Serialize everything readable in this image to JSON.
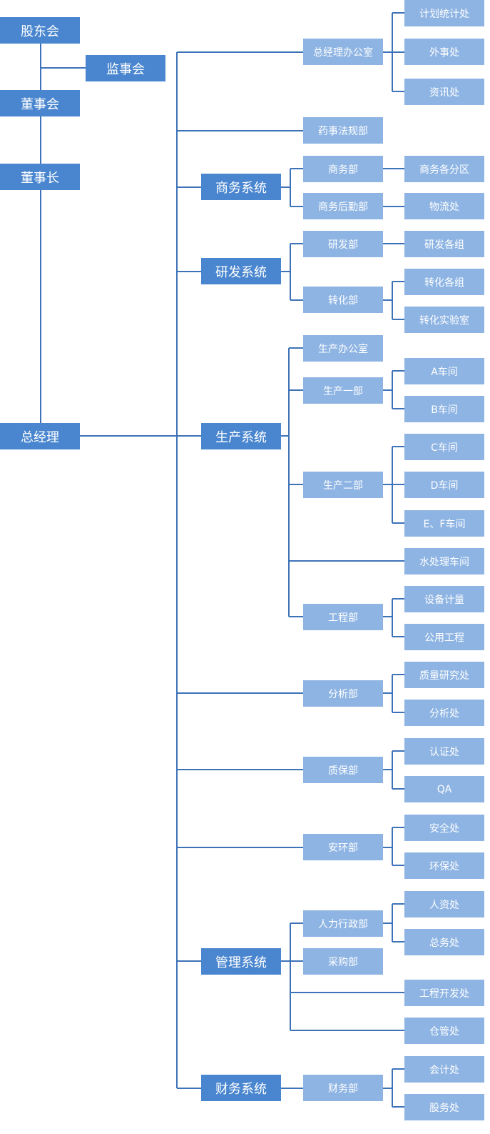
{
  "colors": {
    "primary_node": "#4a86cf",
    "secondary_node": "#8eb4e3",
    "line": "#3d72b8",
    "background": "#ffffff"
  },
  "nodes": {
    "gudonghui": "股东会",
    "jianshihui": "监事会",
    "dongshihui": "董事会",
    "dongshizhang": "董事长",
    "zongjingli": "总经理",
    "zjl_office": "总经理办公室",
    "jihua": "计划统计处",
    "waishi": "外事处",
    "zixun": "资讯处",
    "yaoshi": "药事法规部",
    "shangwu_sys": "商务系统",
    "shangwubu": "商务部",
    "shangwu_fenqu": "商务各分区",
    "shangwu_houqin": "商务后勤部",
    "wuliu": "物流处",
    "yanfa_sys": "研发系统",
    "yanfabu": "研发部",
    "yanfa_gezu": "研发各组",
    "zhuanhuabu": "转化部",
    "zhuanhua_gezu": "转化各组",
    "zhuanhua_shiyan": "转化实验室",
    "shengchan_sys": "生产系统",
    "sc_office": "生产办公室",
    "sc_yibu": "生产一部",
    "a_chejian": "A车间",
    "b_chejian": "B车间",
    "sc_erbu": "生产二部",
    "c_chejian": "C车间",
    "d_chejian": "D车间",
    "ef_chejian": "E、F车间",
    "shuichuli": "水处理车间",
    "gongchengbu": "工程部",
    "shebei": "设备计量",
    "gongyong": "公用工程",
    "fenxibu": "分析部",
    "zhiliang_yanjiu": "质量研究处",
    "fenxichu": "分析处",
    "zhibaobu": "质保部",
    "renzheng": "认证处",
    "qa": "QA",
    "anhuanbu": "安环部",
    "anquan": "安全处",
    "huanbao": "环保处",
    "guanli_sys": "管理系统",
    "renli": "人力行政部",
    "renzi": "人资处",
    "zongwu": "总务处",
    "caigou": "采购部",
    "gc_kaifa": "工程开发处",
    "cangguan": "仓管处",
    "caiwu_sys": "财务系统",
    "caiwubu": "财务部",
    "kuaiji": "会计处",
    "gufen": "股务处"
  }
}
